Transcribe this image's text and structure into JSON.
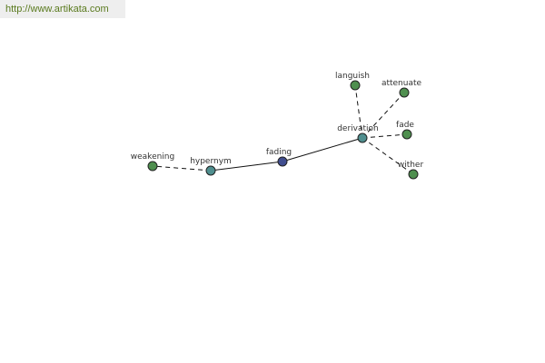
{
  "url_bar": {
    "text": "http://www.artikata.com"
  },
  "colors": {
    "leaf": "#4f8f4f",
    "relation": "#4f8f8f",
    "center": "#404d8f",
    "stroke": "#222222",
    "edge": "#111111"
  },
  "graph": {
    "nodes": [
      {
        "id": "fading",
        "label": "fading",
        "kind": "center"
      },
      {
        "id": "hypernym",
        "label": "hypernym",
        "kind": "relation"
      },
      {
        "id": "derivation",
        "label": "derivation",
        "kind": "relation"
      },
      {
        "id": "weakening",
        "label": "weakening",
        "kind": "leaf"
      },
      {
        "id": "languish",
        "label": "languish",
        "kind": "leaf"
      },
      {
        "id": "attenuate",
        "label": "attenuate",
        "kind": "leaf"
      },
      {
        "id": "fade",
        "label": "fade",
        "kind": "leaf"
      },
      {
        "id": "wither",
        "label": "wither",
        "kind": "leaf"
      }
    ],
    "edges": [
      {
        "from": "fading",
        "to": "hypernym",
        "style": "solid"
      },
      {
        "from": "fading",
        "to": "derivation",
        "style": "solid"
      },
      {
        "from": "hypernym",
        "to": "weakening",
        "style": "dashed"
      },
      {
        "from": "derivation",
        "to": "languish",
        "style": "dashed"
      },
      {
        "from": "derivation",
        "to": "attenuate",
        "style": "dashed"
      },
      {
        "from": "derivation",
        "to": "fade",
        "style": "dashed"
      },
      {
        "from": "derivation",
        "to": "wither",
        "style": "dashed"
      }
    ]
  }
}
